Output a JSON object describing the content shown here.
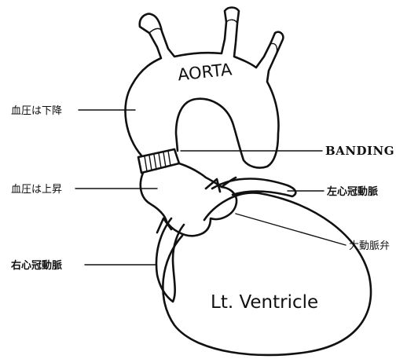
{
  "labels": {
    "aorta": "AORTA",
    "banding": "BANDING",
    "ventricle": "Lt. Ventricle",
    "pressure_down": "血圧は下降",
    "pressure_up": "血圧は上昇",
    "left_coronary": "左心冠動脈",
    "right_coronary": "右心冠動脈",
    "aortic_valve": "大動脈弁"
  }
}
